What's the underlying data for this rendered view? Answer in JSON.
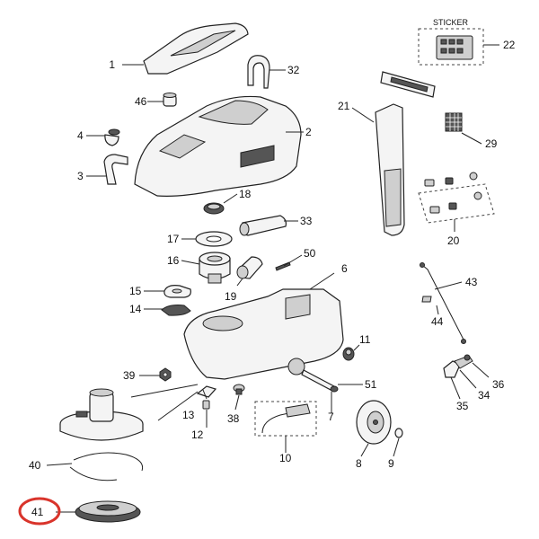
{
  "sticker_title": "STICKER",
  "callouts": [
    {
      "id": "p1",
      "label": "1"
    },
    {
      "id": "p32",
      "label": "32"
    },
    {
      "id": "p46",
      "label": "46"
    },
    {
      "id": "p2",
      "label": "2"
    },
    {
      "id": "p4",
      "label": "4"
    },
    {
      "id": "p3",
      "label": "3"
    },
    {
      "id": "p18",
      "label": "18"
    },
    {
      "id": "p33",
      "label": "33"
    },
    {
      "id": "p17",
      "label": "17"
    },
    {
      "id": "p16",
      "label": "16"
    },
    {
      "id": "p50",
      "label": "50"
    },
    {
      "id": "p6",
      "label": "6"
    },
    {
      "id": "p15",
      "label": "15"
    },
    {
      "id": "p19",
      "label": "19"
    },
    {
      "id": "p14",
      "label": "14"
    },
    {
      "id": "p11",
      "label": "11"
    },
    {
      "id": "p39",
      "label": "39"
    },
    {
      "id": "p51",
      "label": "51"
    },
    {
      "id": "p13",
      "label": "13"
    },
    {
      "id": "p38",
      "label": "38"
    },
    {
      "id": "p7",
      "label": "7"
    },
    {
      "id": "p12",
      "label": "12"
    },
    {
      "id": "p10",
      "label": "10"
    },
    {
      "id": "p8",
      "label": "8"
    },
    {
      "id": "p9",
      "label": "9"
    },
    {
      "id": "p40",
      "label": "40"
    },
    {
      "id": "p41",
      "label": "41"
    },
    {
      "id": "p22",
      "label": "22"
    },
    {
      "id": "p21",
      "label": "21"
    },
    {
      "id": "p29",
      "label": "29"
    },
    {
      "id": "p20",
      "label": "20"
    },
    {
      "id": "p43",
      "label": "43"
    },
    {
      "id": "p44",
      "label": "44"
    },
    {
      "id": "p36",
      "label": "36"
    },
    {
      "id": "p34",
      "label": "34"
    },
    {
      "id": "p35",
      "label": "35"
    }
  ],
  "highlight": {
    "callout": "p41",
    "color": "#d9342b"
  }
}
